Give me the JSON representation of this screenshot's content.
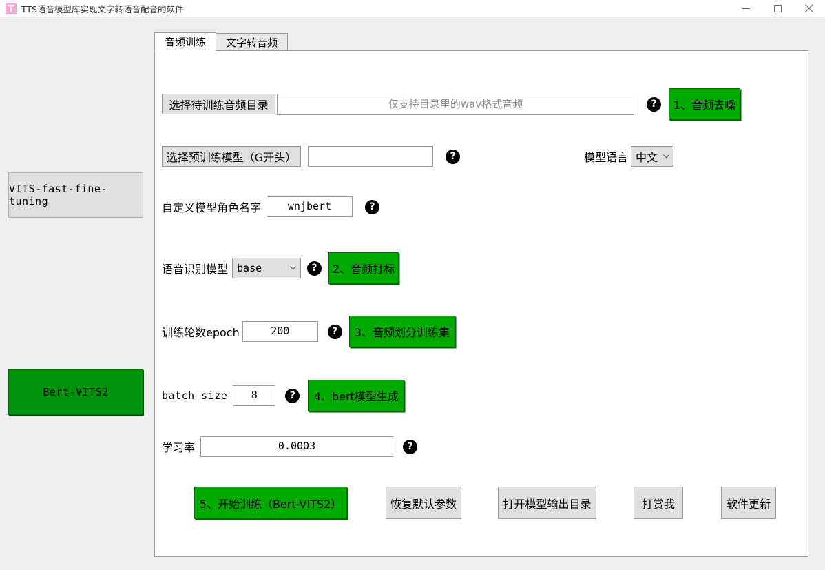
{
  "window": {
    "title": "TTS语音模型库实现文字转语音配音的软件",
    "icon": "app-icon",
    "controls": {
      "minimize": "minimize-icon",
      "maximize": "maximize-icon",
      "close": "close-icon"
    }
  },
  "sidebar": {
    "items": [
      {
        "label": "VITS-fast-fine-tuning",
        "state": "inactive"
      },
      {
        "label": "Bert-VITS2",
        "state": "active"
      }
    ]
  },
  "tabs": [
    {
      "label": "音频训练",
      "active": true
    },
    {
      "label": "文字转音频",
      "active": false
    }
  ],
  "form": {
    "audio_dir": {
      "button": "选择待训练音频目录",
      "placeholder": "仅支持目录里的wav格式音频",
      "value": "",
      "help": "?",
      "action": "1、音频去噪"
    },
    "pretrained_model": {
      "button": "选择预训练模型（G开头）",
      "value": "",
      "help": "?",
      "language_label": "模型语言",
      "language_value": "中文"
    },
    "role_name": {
      "label": "自定义模型角色名字",
      "value": "wnjbert",
      "help": "?"
    },
    "asr_model": {
      "label": "语音识别模型",
      "value": "base",
      "help": "?",
      "action": "2、音频打标"
    },
    "epoch": {
      "label": "训练轮数epoch",
      "value": "200",
      "help": "?",
      "action": "3、音频划分训练集"
    },
    "batch_size": {
      "label": "batch size",
      "value": "8",
      "help": "?",
      "action": "4、bert模型生成"
    },
    "learning_rate": {
      "label": "学习率",
      "value": "0.0003",
      "help": "?"
    }
  },
  "footer": {
    "buttons": [
      {
        "label": "5、开始训练（Bert-VITS2）",
        "style": "green"
      },
      {
        "label": "恢复默认参数",
        "style": "gray"
      },
      {
        "label": "打开模型输出目录",
        "style": "gray"
      },
      {
        "label": "打赏我",
        "style": "gray"
      },
      {
        "label": "软件更新",
        "style": "gray"
      }
    ]
  },
  "colors": {
    "accent_green": "#00aa00",
    "sidebar_active_green": "#00920a",
    "window_bg": "#efefef",
    "panel_bg": "#ffffff",
    "control_bg": "#e0e0e0",
    "border": "#9b9b9b",
    "title_icon_pink": "#f5a8d0"
  }
}
